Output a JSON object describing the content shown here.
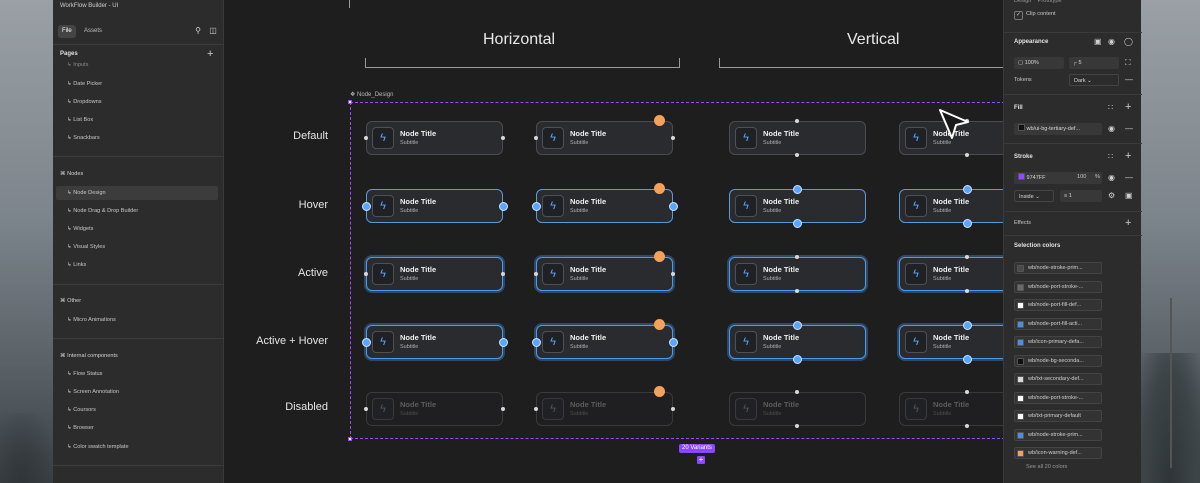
{
  "app": {
    "title": "WorkFlow Builder - UI"
  },
  "left": {
    "tabs": [
      "File",
      "Assets"
    ],
    "pages_heading": "Pages",
    "pages": [
      "↳ Date Picker",
      "↳ Dropdowns",
      "↳ List Box",
      "↳ Snackbars"
    ],
    "nodes_group": "⌘ Nodes",
    "nodes_items": [
      "↳ Node Design",
      "↳ Node Drag & Drop Builder",
      "↳ Widgets",
      "↳ Visual Styles",
      "↳ Links"
    ],
    "other_group": "⌘ Other",
    "other_items": [
      "↳ Micro Animations"
    ],
    "internal_group": "⌘ Internal components",
    "internal_items": [
      "↳ Flow Status",
      "↳ Screen Annotation",
      "↳ Coursors",
      "↳ Browser",
      "↳ Color swatch template"
    ]
  },
  "canvas": {
    "col_horizontal": "Horizontal",
    "col_vertical": "Vertical",
    "frame_label": "❖ Node_Design",
    "rows": [
      "Default",
      "Hover",
      "Active",
      "Active + Hover",
      "Disabled"
    ],
    "node_title": "Node Title",
    "node_subtitle": "Subtitle",
    "variants_badge": "20 Variants",
    "variants_plus": "+"
  },
  "right": {
    "clip": "Clip content",
    "appearance": "Appearance",
    "opacity": "100%",
    "radius": "5",
    "tokens_label": "Tokens",
    "tokens_value": "Dark",
    "fill": "Fill",
    "fill_value": "wb/ui-bg-tertiary-def...",
    "stroke": "Stroke",
    "stroke_hex": "9747FF",
    "stroke_opacity": "100",
    "stroke_pct": "%",
    "stroke_pos": "Inside",
    "stroke_width": "1",
    "effects": "Effects",
    "selection_colors": "Selection colors",
    "colors": [
      {
        "name": "wb/node-stroke-prim...",
        "color": "#4a4a4a"
      },
      {
        "name": "wb/node-port-stroke-...",
        "color": "#6a6a6a"
      },
      {
        "name": "wb/node-port-fill-def...",
        "color": "#ffffff"
      },
      {
        "name": "wb/node-port-fill-acti...",
        "color": "#4a90e2"
      },
      {
        "name": "wb/icon-primary-defa...",
        "color": "#4a90e2"
      },
      {
        "name": "wb/node-bg-seconda...",
        "color": "#111111"
      },
      {
        "name": "wb/txt-secondary-def...",
        "color": "#d9d9d9"
      },
      {
        "name": "wb/node-port-stroke-...",
        "color": "#ffffff"
      },
      {
        "name": "wb/txt-primary-default",
        "color": "#ffffff"
      },
      {
        "name": "wb/node-stroke-prim...",
        "color": "#4a90e2"
      },
      {
        "name": "wb/icon-warning-def...",
        "color": "#f4a15b"
      }
    ],
    "see_all": "See all 20 colors"
  }
}
